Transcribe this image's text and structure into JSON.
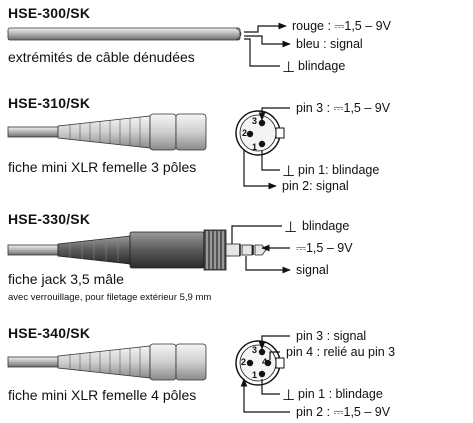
{
  "sections": [
    {
      "model": "HSE-300/SK",
      "description": "extrémités de câble dénudées",
      "labels": [
        "rouge : ⎓1,5 – 9V",
        "bleu : signal",
        "blindage"
      ]
    },
    {
      "model": "HSE-310/SK",
      "description": "fiche mini XLR femelle 3 pôles",
      "labels": [
        "pin 3 : ⎓1,5 – 9V",
        "pin 1: blindage",
        "pin 2: signal"
      ],
      "pins": [
        "3",
        "2",
        "1"
      ]
    },
    {
      "model": "HSE-330/SK",
      "description": "fiche jack 3,5 mâle",
      "note": "avec verrouillage, pour filetage extérieur 5,9 mm",
      "labels": [
        "blindage",
        "⎓1,5 – 9V",
        "signal"
      ]
    },
    {
      "model": "HSE-340/SK",
      "description": "fiche mini XLR femelle 4 pôles",
      "labels": [
        "pin 3 : signal",
        "pin 4 : relié au pin 3",
        "pin 1 : blindage",
        "pin 2 : ⎓1,5 – 9V"
      ],
      "pins": [
        "3",
        "2",
        "4",
        "1"
      ]
    }
  ],
  "symbols": {
    "ground": "⊥"
  }
}
